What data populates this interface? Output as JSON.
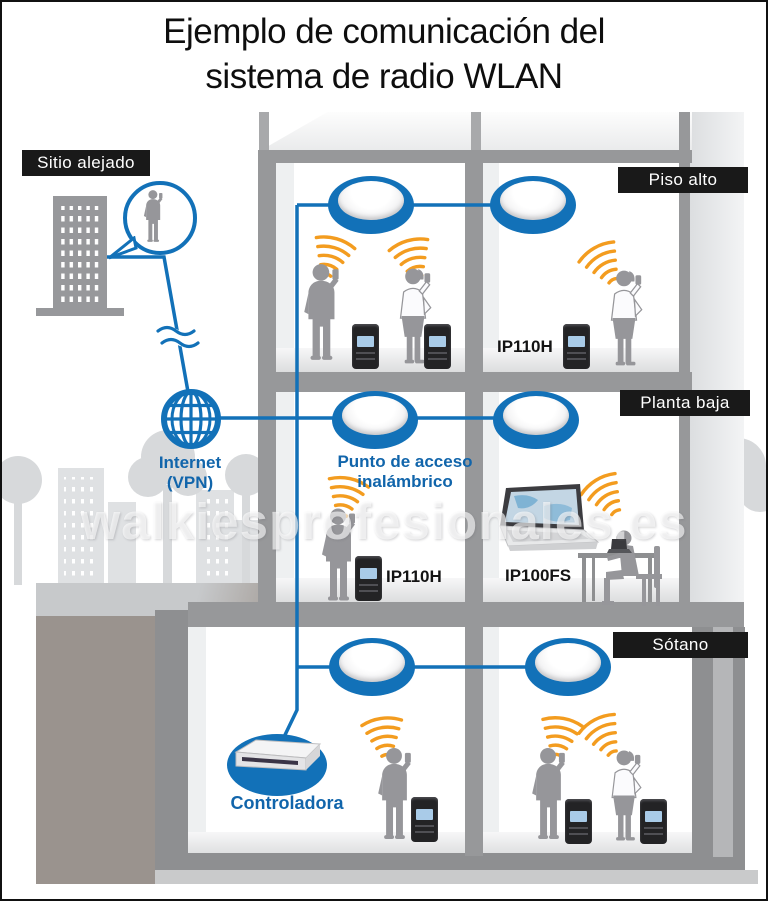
{
  "title": {
    "line1": "Ejemplo de comunicación del",
    "line2": "sistema de radio WLAN"
  },
  "remote_site": {
    "label": "Sitio alejado"
  },
  "internet": {
    "line1": "Internet",
    "line2": "(VPN)"
  },
  "floors": {
    "top": {
      "label": "Piso alto",
      "radio_label": "IP110H"
    },
    "ground": {
      "label": "Planta baja",
      "ap_line1": "Punto de acceso",
      "ap_line2": "inalámbrico",
      "radio_label": "IP110H",
      "software_label": "IP100FS"
    },
    "basement": {
      "label": "Sótano",
      "controller_label": "Controladora"
    }
  },
  "watermark": "walkiesprofesionales.es",
  "colors": {
    "accent_blue": "#1271b8",
    "wifi_orange": "#f39c1f",
    "label_bg": "#191919",
    "silhouette": "#96969a",
    "structure_gray": "#97989a",
    "earth": "#9a938e"
  },
  "icons": {
    "globe": "internet-globe-icon",
    "access_point": "wireless-access-point",
    "wifi": "wifi-waves-icon",
    "person": "person-silhouette",
    "radio": "handheld-radio-device",
    "controller": "network-controller-device",
    "laptop": "laptop-device",
    "building": "office-building-icon"
  }
}
